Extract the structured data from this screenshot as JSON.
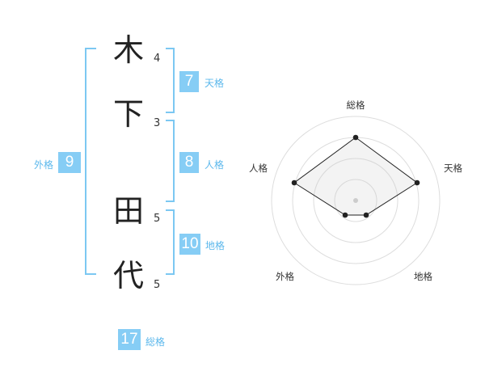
{
  "name_chars": [
    {
      "char": "木",
      "strokes": "4"
    },
    {
      "char": "下",
      "strokes": "3"
    },
    {
      "char": "田",
      "strokes": "5"
    },
    {
      "char": "代",
      "strokes": "5"
    }
  ],
  "fortunes": {
    "tenkaku": {
      "value": "7",
      "label": "天格"
    },
    "jinkaku": {
      "value": "8",
      "label": "人格"
    },
    "chikaku": {
      "value": "10",
      "label": "地格"
    },
    "gaikaku": {
      "value": "9",
      "label": "外格"
    },
    "soukaku": {
      "value": "17",
      "label": "総格"
    }
  },
  "radar": {
    "labels": {
      "top": "総格",
      "right": "天格",
      "bottom_right": "地格",
      "bottom_left": "外格",
      "left": "人格"
    },
    "rings": 4
  },
  "colors": {
    "accent": "#86cdf5",
    "label_blue": "#5cb8ec",
    "bracket": "#7cc8f2"
  }
}
